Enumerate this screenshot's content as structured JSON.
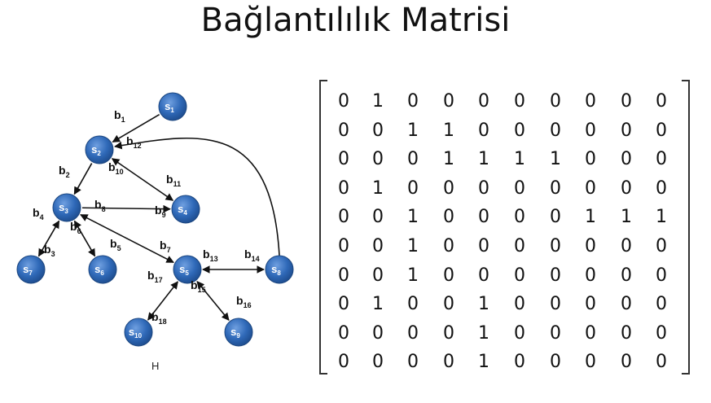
{
  "title": "Bağlantılılık Matrisi",
  "graph": {
    "caption": "H",
    "nodes": [
      {
        "id": "s1",
        "main": "s",
        "sub": "1"
      },
      {
        "id": "s2",
        "main": "s",
        "sub": "2"
      },
      {
        "id": "s3",
        "main": "s",
        "sub": "3"
      },
      {
        "id": "s4",
        "main": "s",
        "sub": "4"
      },
      {
        "id": "s5",
        "main": "s",
        "sub": "5"
      },
      {
        "id": "s6",
        "main": "s",
        "sub": "6"
      },
      {
        "id": "s7",
        "main": "s",
        "sub": "7"
      },
      {
        "id": "s8",
        "main": "s",
        "sub": "8"
      },
      {
        "id": "s9",
        "main": "s",
        "sub": "9"
      },
      {
        "id": "s10",
        "main": "s",
        "sub": "10"
      }
    ],
    "edges": [
      {
        "from": "s1",
        "to": "s2",
        "label": "b1",
        "sub": "1",
        "dir": "forward"
      },
      {
        "from": "s2",
        "to": "s3",
        "label": "b2",
        "sub": "2",
        "dir": "forward"
      },
      {
        "from": "s3",
        "to": "s7",
        "label": "b4",
        "sub": "4",
        "dir": "both"
      },
      {
        "from": "s3",
        "to": "s6",
        "label": "b5",
        "sub": "5",
        "dir": "both"
      },
      {
        "from": "s3",
        "to": "s4",
        "label": "b9",
        "sub": "9",
        "dir": "forward"
      },
      {
        "from": "s2",
        "to": "s4",
        "label": "b11",
        "sub": "11",
        "dir": "both"
      },
      {
        "from": "s3",
        "to": "s5",
        "label": "b7",
        "sub": "7",
        "dir": "both"
      },
      {
        "from": "s5",
        "to": "s8",
        "label": "b13",
        "sub": "13",
        "dir": "both"
      },
      {
        "from": "s8",
        "to": "s2",
        "label": "b12",
        "sub": "12",
        "dir": "forward"
      },
      {
        "from": "s5",
        "to": "s10",
        "label": "b17",
        "sub": "17",
        "dir": "both"
      },
      {
        "from": "s5",
        "to": "s9",
        "label": "b16",
        "sub": "16",
        "dir": "both"
      }
    ],
    "edge_labels": [
      {
        "main": "b",
        "sub": "1"
      },
      {
        "main": "b",
        "sub": "12"
      },
      {
        "main": "b",
        "sub": "10"
      },
      {
        "main": "b",
        "sub": "11"
      },
      {
        "main": "b",
        "sub": "2"
      },
      {
        "main": "b",
        "sub": "8"
      },
      {
        "main": "b",
        "sub": "4"
      },
      {
        "main": "b",
        "sub": "6"
      },
      {
        "main": "b",
        "sub": "9"
      },
      {
        "main": "b",
        "sub": "3"
      },
      {
        "main": "b",
        "sub": "5"
      },
      {
        "main": "b",
        "sub": "7"
      },
      {
        "main": "b",
        "sub": "13"
      },
      {
        "main": "b",
        "sub": "14"
      },
      {
        "main": "b",
        "sub": "17"
      },
      {
        "main": "b",
        "sub": "15"
      },
      {
        "main": "b",
        "sub": "16"
      },
      {
        "main": "b",
        "sub": "18"
      }
    ]
  },
  "matrix": [
    [
      0,
      1,
      0,
      0,
      0,
      0,
      0,
      0,
      0,
      0
    ],
    [
      0,
      0,
      1,
      1,
      0,
      0,
      0,
      0,
      0,
      0
    ],
    [
      0,
      0,
      0,
      1,
      1,
      1,
      1,
      0,
      0,
      0
    ],
    [
      0,
      1,
      0,
      0,
      0,
      0,
      0,
      0,
      0,
      0
    ],
    [
      0,
      0,
      1,
      0,
      0,
      0,
      0,
      1,
      1,
      1
    ],
    [
      0,
      0,
      1,
      0,
      0,
      0,
      0,
      0,
      0,
      0
    ],
    [
      0,
      0,
      1,
      0,
      0,
      0,
      0,
      0,
      0,
      0
    ],
    [
      0,
      1,
      0,
      0,
      1,
      0,
      0,
      0,
      0,
      0
    ],
    [
      0,
      0,
      0,
      0,
      1,
      0,
      0,
      0,
      0,
      0
    ],
    [
      0,
      0,
      0,
      0,
      1,
      0,
      0,
      0,
      0,
      0
    ]
  ]
}
